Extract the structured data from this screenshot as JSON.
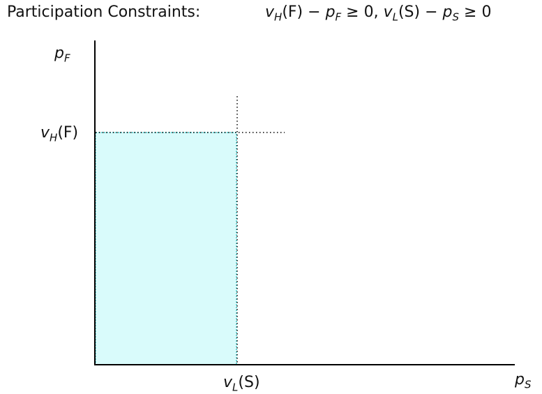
{
  "header": {
    "title": "Participation Constraints:",
    "formula": {
      "vh": "v",
      "vh_sub": "H",
      "vh_arg": "(F)",
      "minus1": " − ",
      "pf": "p",
      "pf_sub": "F",
      "ge1": " ≥ 0,  ",
      "vl": "v",
      "vl_sub": "L",
      "vl_arg": "(S)",
      "minus2": " − ",
      "ps": "p",
      "ps_sub": "S",
      "ge2": " ≥ 0"
    }
  },
  "axes": {
    "y_label": {
      "base": "p",
      "sub": "F"
    },
    "x_label": {
      "base": "p",
      "sub": "S"
    },
    "y_tick": {
      "base": "v",
      "sub": "H",
      "arg": "(F)"
    },
    "x_tick": {
      "base": "v",
      "sub": "L",
      "arg": "(S)"
    }
  },
  "colors": {
    "region_fill": "#d9fbfb",
    "region_border": "#3ec8c8",
    "axis": "#000000",
    "guide": "#000000"
  }
}
